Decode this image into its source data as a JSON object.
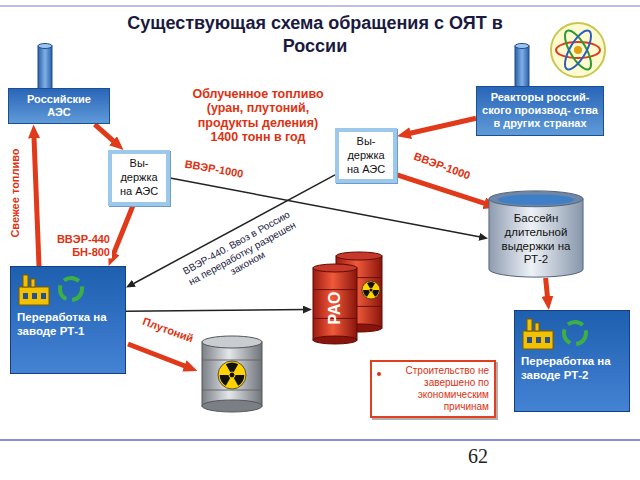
{
  "diagram": {
    "title": "Существующая схема обращения с ОЯТ в России",
    "nodes": [
      {
        "text": [
          "Российские АЭС"
        ]
      },
      {
        "text": [
          "Реакторы россий- ского производ- ства в других странах"
        ]
      },
      {
        "text": [
          "Вы- держка на АЭС"
        ]
      },
      {
        "text": [
          "Вы- держка на АЭС"
        ]
      },
      {
        "text": [
          "Бассейн длительной выдержки на РТ-2"
        ]
      },
      {
        "text": [
          "Переработка на заводе РТ-1"
        ]
      },
      {
        "text": [
          "РАО"
        ]
      },
      {
        "text": [
          "Переработка на заводе РТ-2"
        ]
      },
      {
        "text": [
          "Строительство не завершено по экономическим причинам"
        ]
      }
    ],
    "edges": [
      {
        "from": 0,
        "to": 3,
        "arrow": "to"
      },
      {
        "from": 3,
        "to": 5,
        "arrow": "to",
        "label": "ВВЭР-440 БН-800"
      },
      {
        "from": 5,
        "to": 0,
        "arrow": "to",
        "label": "Свежее топливо"
      },
      {
        "from": 1,
        "to": 2,
        "arrow": "to"
      },
      {
        "from": 2,
        "to": 4,
        "arrow": "to",
        "label": "ВВЭР-1000"
      },
      {
        "from": 4,
        "to": 7,
        "arrow": "to"
      },
      {
        "from": 3,
        "to": 4,
        "arrow": "to",
        "label": "ВВЭР-1000"
      },
      {
        "from": 2,
        "to": 5,
        "arrow": "to",
        "label": "ВВЭР-440. Ввоз в Россию на переработку разрешен законом"
      },
      {
        "from": 5,
        "to": 6,
        "arrow": "to"
      }
    ],
    "labels": [
      "Облученное топливо (уран, плутоний, продукты деления) 1400 тонн в год",
      "Плутоний",
      "62"
    ]
  }
}
